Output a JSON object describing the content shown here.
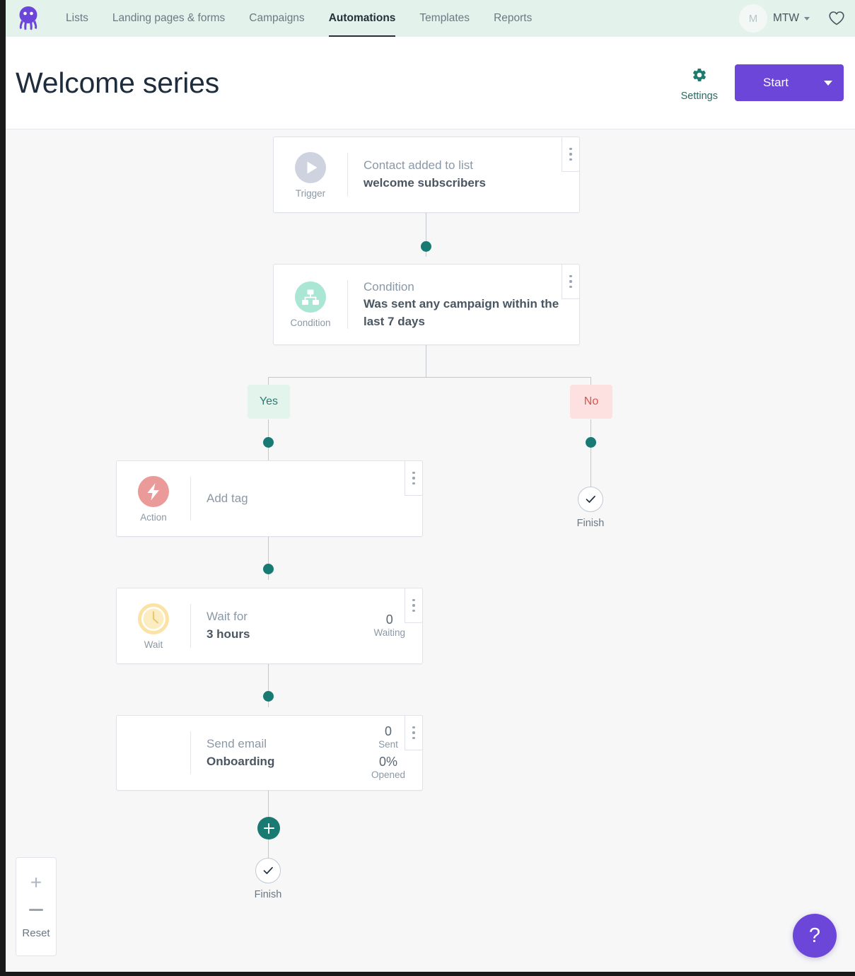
{
  "nav": {
    "logo_icon": "octopus-logo",
    "items": [
      {
        "label": "Lists",
        "active": false
      },
      {
        "label": "Landing pages & forms",
        "active": false
      },
      {
        "label": "Campaigns",
        "active": false
      },
      {
        "label": "Automations",
        "active": true
      },
      {
        "label": "Templates",
        "active": false
      },
      {
        "label": "Reports",
        "active": false
      }
    ],
    "avatar_initial": "M",
    "account": "MTW",
    "heart_icon": "heart-outline-icon"
  },
  "header": {
    "title": "Welcome series",
    "settings_label": "Settings",
    "settings_icon": "gear-icon",
    "start_label": "Start",
    "start_caret_icon": "chevron-down-icon",
    "accent_purple": "#6c45d9",
    "accent_teal": "#187a72"
  },
  "flow": {
    "trigger": {
      "type_label": "Trigger",
      "icon": "play-circle-icon",
      "sub": "Contact added to list",
      "main": "welcome subscribers",
      "menu_icon": "kebab-menu-icon"
    },
    "condition": {
      "type_label": "Condition",
      "icon": "branch-hierarchy-icon",
      "sub": "Condition",
      "main": "Was sent any campaign within the last 7 days",
      "menu_icon": "kebab-menu-icon"
    },
    "branches": {
      "yes_label": "Yes",
      "no_label": "No",
      "yes_color": "#2a7a70",
      "no_color": "#d9534f"
    },
    "action": {
      "type_label": "Action",
      "icon": "lightning-bolt-icon",
      "sub": "Add tag",
      "main": "",
      "menu_icon": "kebab-menu-icon"
    },
    "wait": {
      "type_label": "Wait",
      "icon": "clock-icon",
      "sub": "Wait for",
      "main": "3 hours",
      "stat_num": "0",
      "stat_lbl": "Waiting",
      "menu_icon": "kebab-menu-icon"
    },
    "email": {
      "type_label": "",
      "icon": "",
      "sub": "Send email",
      "main": "Onboarding",
      "stat1_num": "0",
      "stat1_lbl": "Sent",
      "stat2_num": "0%",
      "stat2_lbl": "Opened",
      "menu_icon": "kebab-menu-icon"
    },
    "add_step_icon": "plus-circle-icon",
    "finish_left_label": "Finish",
    "finish_right_label": "Finish",
    "finish_icon": "check-circle-icon"
  },
  "zoom_controls": {
    "zoom_in_icon": "plus-icon",
    "zoom_out_icon": "minus-icon",
    "reset_label": "Reset"
  },
  "help": {
    "label": "?",
    "icon": "question-mark-icon"
  }
}
